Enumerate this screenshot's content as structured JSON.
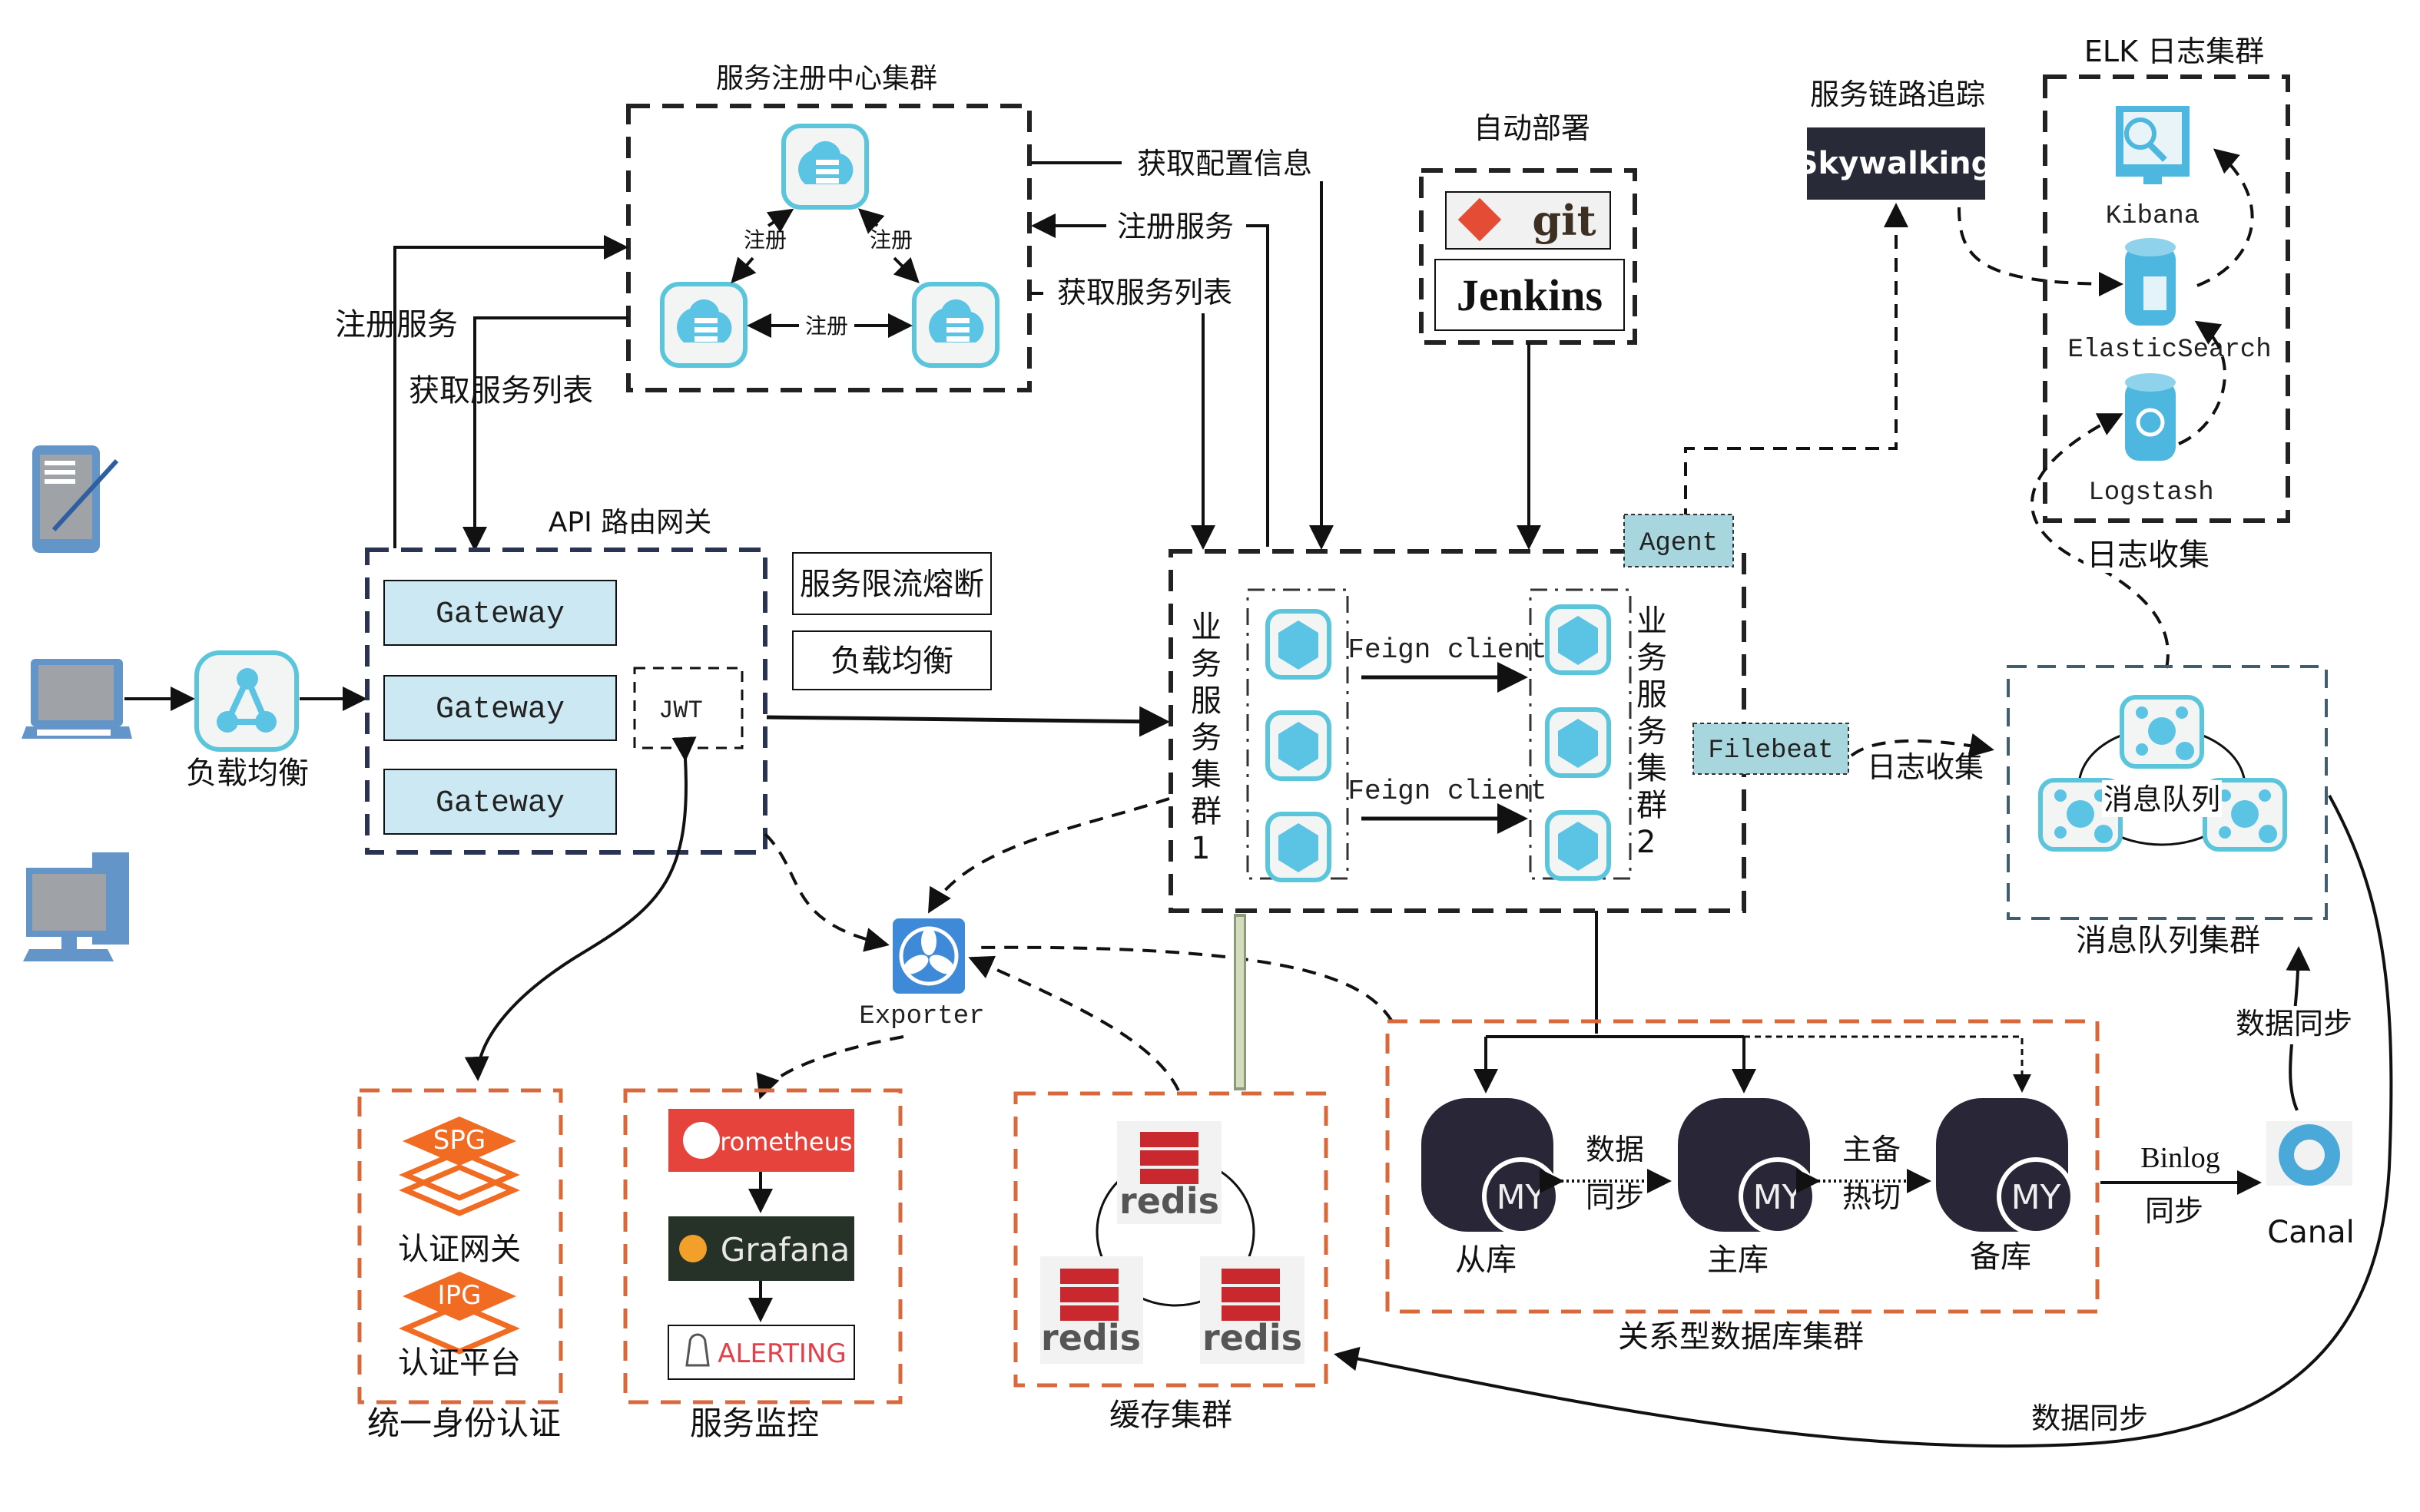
{
  "registry": {
    "title": "服务注册中心集群",
    "edge_labels": [
      "注册",
      "注册",
      "注册"
    ]
  },
  "left_flows": {
    "register_service": "注册服务",
    "get_service_list": "获取服务列表"
  },
  "right_flows": {
    "get_config": "获取配置信息",
    "register_service": "注册服务",
    "get_service_list": "获取服务列表"
  },
  "load_balancer": {
    "label": "负载均衡"
  },
  "gateway": {
    "title": "API 路由网关",
    "nodes": [
      "Gateway",
      "Gateway",
      "Gateway"
    ],
    "jwt": "JWT",
    "features": [
      "服务限流熔断",
      "负载均衡"
    ]
  },
  "deploy": {
    "title": "自动部署",
    "git": "git",
    "jenkins": "Jenkins"
  },
  "tracing": {
    "title": "服务链路追踪",
    "skywalking": "Skywalking"
  },
  "elk": {
    "title": "ELK 日志集群",
    "kibana": "Kibana",
    "elasticsearch": "ElasticSearch",
    "logstash": "Logstash",
    "log_collect": "日志收集"
  },
  "business": {
    "cluster1": "业务服务集群1",
    "cluster2": "业务服务集群2",
    "feign": [
      "Feign client",
      "Feign client"
    ],
    "agent": "Agent",
    "filebeat": "Filebeat",
    "log_collect": "日志收集"
  },
  "mq": {
    "center_label": "消息队列",
    "title": "消息队列集群",
    "data_sync": "数据同步"
  },
  "exporter": {
    "label": "Exporter"
  },
  "auth": {
    "spg": "SPG",
    "spg_label": "认证网关",
    "ipg": "IPG",
    "ipg_label": "认证平台",
    "title": "统一身份认证"
  },
  "monitor": {
    "prometheus": "Prometheus",
    "grafana": "Grafana",
    "alerting": "ALERTING",
    "title": "服务监控"
  },
  "cache": {
    "nodes": [
      "redis",
      "redis",
      "redis"
    ],
    "title": "缓存集群"
  },
  "database": {
    "slave": "从库",
    "master": "主库",
    "backup": "备库",
    "badge": "MY",
    "sync_a": "数据",
    "sync_b": "同步",
    "hot_a": "主备",
    "hot_b": "热切",
    "title": "关系型数据库集群"
  },
  "canal": {
    "label": "Canal",
    "binlog": "Binlog",
    "sync": "同步",
    "data_sync": "数据同步"
  }
}
